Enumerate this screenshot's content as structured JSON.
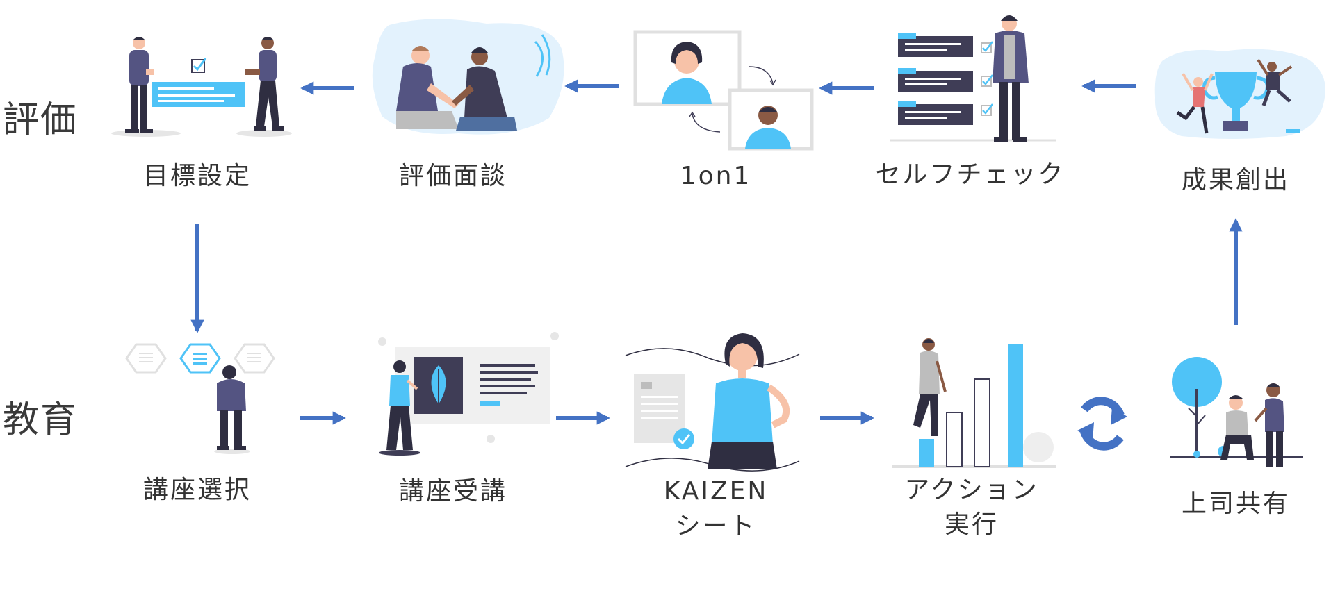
{
  "colors": {
    "arrow": "#4472c4",
    "accent": "#4fc3f7",
    "dark": "#3f3d56",
    "figure": "#545482",
    "skin": "#f7c2a8",
    "skin_dark": "#8a5a44",
    "hair": "#2f2e41",
    "light": "#e6e6e6",
    "bg_blob": "#e3f2fd"
  },
  "rows": {
    "evaluation": {
      "label": "評価"
    },
    "education": {
      "label": "教育"
    }
  },
  "steps": {
    "goal_setting": {
      "label": "目標設定",
      "illustration": "two-people-holding-board"
    },
    "eval_interview": {
      "label": "評価面談",
      "illustration": "two-people-meeting"
    },
    "one_on_one": {
      "label": "1on1",
      "illustration": "video-call-screens"
    },
    "self_check": {
      "label": "セルフチェック",
      "illustration": "person-with-checklist"
    },
    "result_creation": {
      "label": "成果創出",
      "illustration": "trophy-celebration"
    },
    "course_selection": {
      "label": "講座選択",
      "illustration": "person-choosing-options"
    },
    "course_attendance": {
      "label": "講座受講",
      "illustration": "person-at-presentation"
    },
    "kaizen_sheet": {
      "label_line1": "KAIZEN",
      "label_line2": "シート",
      "illustration": "woman-with-document"
    },
    "action": {
      "label_line1": "アクション",
      "label_line2": "実行",
      "illustration": "person-climbing-bars"
    },
    "boss_share": {
      "label": "上司共有",
      "illustration": "two-people-talking-under-tree"
    }
  },
  "cycle_icon": "refresh-cycle-icon"
}
